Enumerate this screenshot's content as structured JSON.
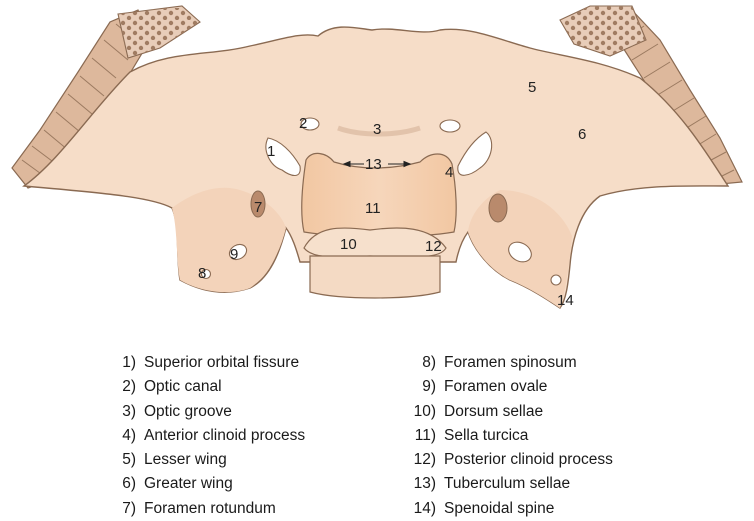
{
  "diagram": {
    "markers": {
      "m1": "1",
      "m2": "2",
      "m3": "3",
      "m4": "4",
      "m5": "5",
      "m6": "6",
      "m7": "7",
      "m8": "8",
      "m9": "9",
      "m10": "10",
      "m11": "11",
      "m12": "12",
      "m13": "13",
      "m14": "14"
    },
    "colors": {
      "bone": "#f6ddc8",
      "bone_shadow": "#eec8a8",
      "body": "#f3cfae",
      "outline": "#8a6a52",
      "cut_edge": "#c9a48a",
      "spongy": "#e8cdb9",
      "foramen": "#ffffff",
      "foramen_dark": "#b98a6c"
    }
  },
  "legend": {
    "left": [
      {
        "num": "1)",
        "text": "Superior orbital fissure"
      },
      {
        "num": "2)",
        "text": "Optic canal"
      },
      {
        "num": "3)",
        "text": "Optic groove"
      },
      {
        "num": "4)",
        "text": "Anterior clinoid process"
      },
      {
        "num": "5)",
        "text": "Lesser wing"
      },
      {
        "num": "6)",
        "text": "Greater wing"
      },
      {
        "num": "7)",
        "text": "Foramen rotundum"
      }
    ],
    "right": [
      {
        "num": "8)",
        "text": "Foramen spinosum"
      },
      {
        "num": "9)",
        "text": "Foramen ovale"
      },
      {
        "num": "10)",
        "text": "Dorsum sellae"
      },
      {
        "num": "11)",
        "text": "Sella turcica"
      },
      {
        "num": "12)",
        "text": "Posterior clinoid process"
      },
      {
        "num": "13)",
        "text": "Tuberculum sellae"
      },
      {
        "num": "14)",
        "text": "Spenoidal spine"
      }
    ]
  }
}
